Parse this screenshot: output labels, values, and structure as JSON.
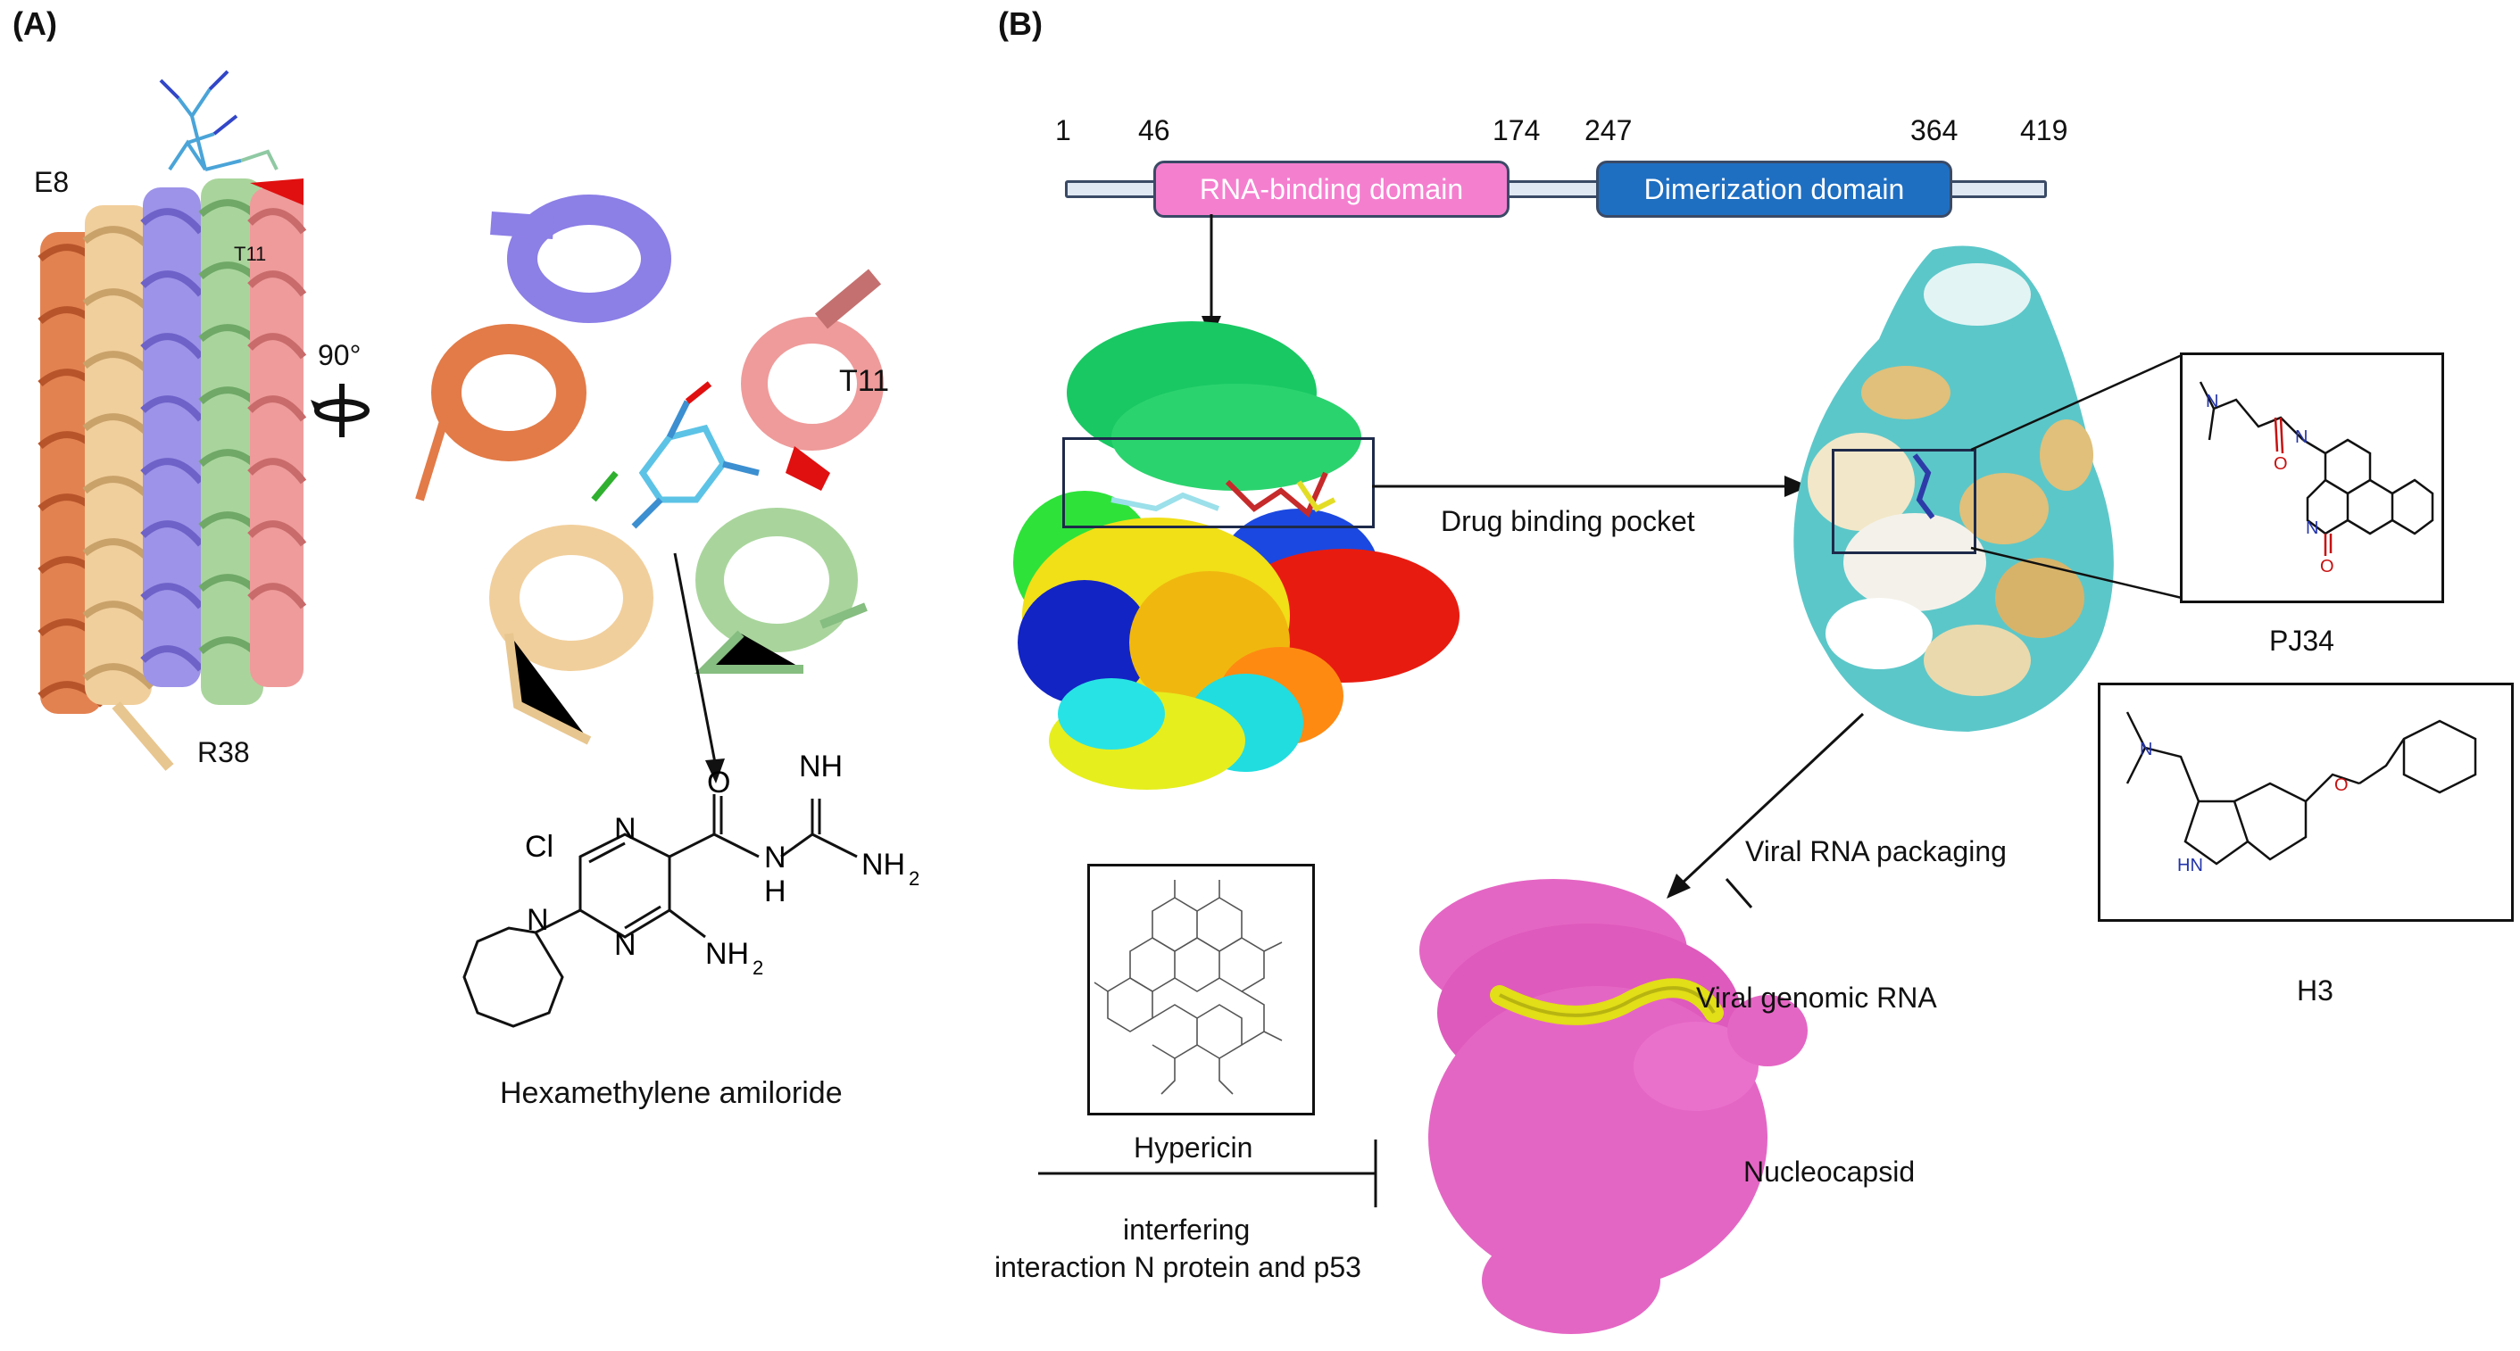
{
  "panel_a": {
    "tag": "(A)",
    "side_label_top": "E8",
    "side_label_mid": "T11",
    "side_label_bottom": "R38",
    "rotation_label": "90°",
    "top_view_label": "T11",
    "compound_label": "Hexamethylene amiloride",
    "compound_atoms": {
      "cl": "Cl",
      "n1": "N",
      "n2": "N",
      "n3": "N",
      "o": "O",
      "nh_top": "NH",
      "nh_mid": "N",
      "h_mid": "H",
      "nh2_right": "NH",
      "nh2_right_sub": "2",
      "nh2_bottom": "NH",
      "nh2_bottom_sub": "2"
    }
  },
  "panel_b": {
    "tag": "(B)",
    "domain_map": {
      "positions": [
        "1",
        "46",
        "174",
        "247",
        "364",
        "419"
      ],
      "rna_binding_domain": "RNA-binding domain",
      "dimerization_domain": "Dimerization domain"
    },
    "drug_binding_pocket": "Drug binding pocket",
    "compounds": {
      "pj34": "PJ34",
      "h3": "H3",
      "hypericin": "Hypericin"
    },
    "viral_rna_packaging": "Viral RNA packaging",
    "viral_genomic_rna": "Viral genomic RNA",
    "nucleocapsid": "Nucleocapsid",
    "interfering_line1": "interfering",
    "interfering_line2": "interaction N protein and p53",
    "colors": {
      "rna_domain_fill": "#f47fcf",
      "dimerization_fill": "#1e6fc2",
      "nucleocapsid_surface": "#e466c4",
      "rna_strand": "#e2de17",
      "surface_teal": "#5cc7c9",
      "surface_tan": "#e0c07a"
    }
  }
}
